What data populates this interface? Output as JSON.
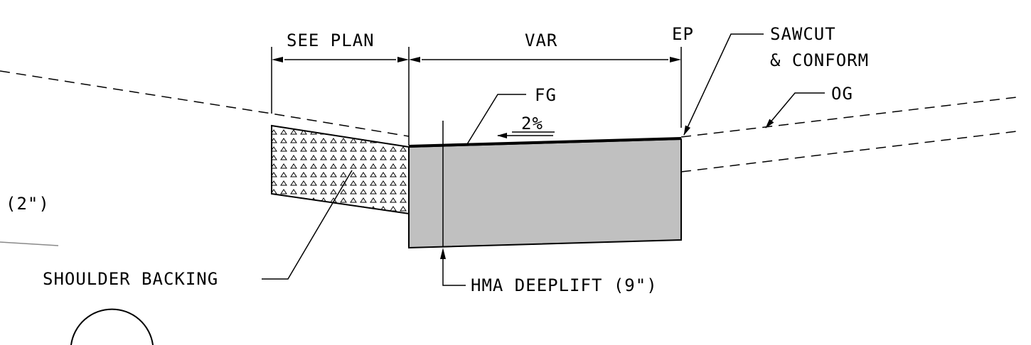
{
  "labels": {
    "see_plan": "SEE PLAN",
    "var": "VAR",
    "ep": "EP",
    "sawcut_line1": "SAWCUT",
    "sawcut_line2": "& CONFORM",
    "fg": "FG",
    "og": "OG",
    "slope": "2%",
    "left_partial": "(2\")",
    "shoulder_backing": "SHOULDER BACKING",
    "hma_deeplift": "HMA DEEPLIFT (9\")"
  },
  "colors": {
    "hma_fill": "#c0c0c0",
    "line": "#000000",
    "gray_line": "#8a8a8a"
  }
}
